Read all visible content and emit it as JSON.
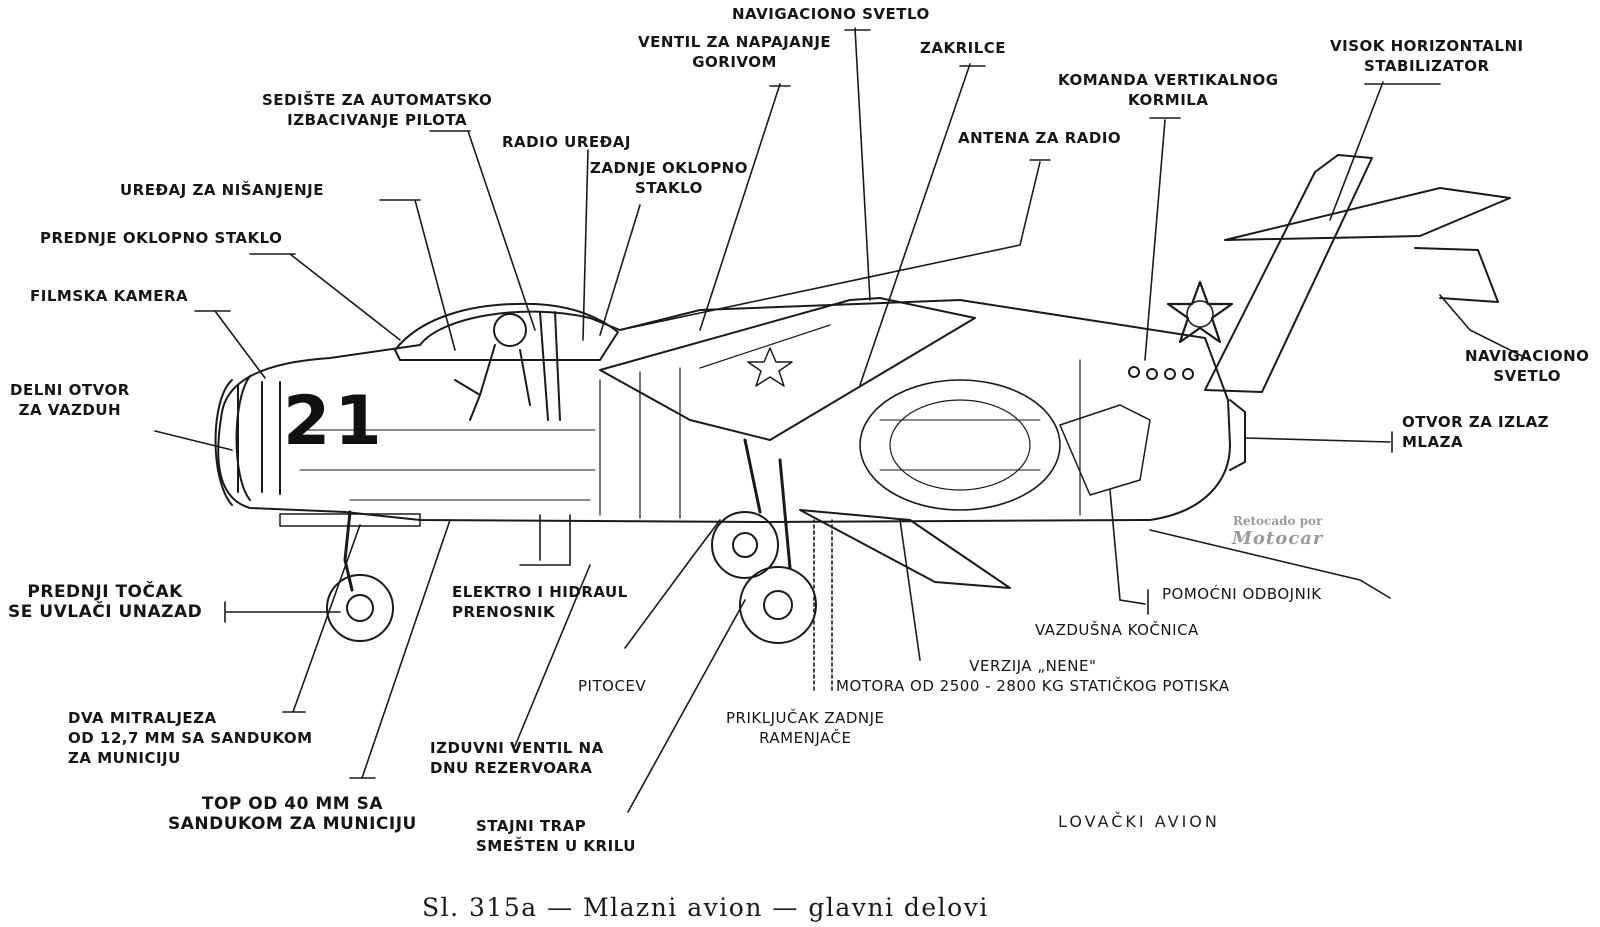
{
  "caption": "Sl. 315a — Mlazni avion — glavni delovi",
  "subtitle": "LOVAČKI AVION",
  "watermark": {
    "line1": "Retocado por",
    "line2": "Motocar"
  },
  "fuselage_number": "21",
  "labels": {
    "nav_light_top": [
      "NAVIGACIONO SVETLO"
    ],
    "fuel_valve": [
      "VENTIL ZA NAPAJANJE",
      "GORIVOM"
    ],
    "flap": [
      "ZAKRILCE"
    ],
    "stabilizer": [
      "VISOK HORIZONTALNI",
      "STABILIZATOR"
    ],
    "rudder_control": [
      "KOMANDA VERTIKALNOG",
      "KORMILA"
    ],
    "ejection_seat": [
      "SEDIŠTE ZA AUTOMATSKO",
      "IZBACIVANJE PILOTA"
    ],
    "radio": [
      "RADIO UREĐAJ"
    ],
    "rear_glass": [
      "ZADNJE OKLOPNO",
      "STAKLO"
    ],
    "antenna": [
      "ANTENA ZA RADIO"
    ],
    "sight": [
      "UREĐAJ ZA NIŠANJENJE"
    ],
    "front_glass": [
      "PREDNJE OKLOPNO STAKLO"
    ],
    "camera": [
      "FILMSKA KAMERA"
    ],
    "intake": [
      "DELNI OTVOR",
      "ZA VAZDUH"
    ],
    "nav_light_tail": [
      "NAVIGACIONO",
      "SVETLO"
    ],
    "exhaust": [
      "OTVOR ZA IZLAZ",
      "MLAZA"
    ],
    "nose_wheel": [
      "PREDNJI TOČAK",
      "SE UVLAČI UNAZAD"
    ],
    "electro_hydraulic": [
      "ELEKTRO I HIDRAUL",
      "PRENOSNIK"
    ],
    "bumper": [
      "POMOĆNI ODBOJNIK"
    ],
    "air_brake": [
      "VAZDUŠNA KOČNICA"
    ],
    "engine": [
      "VERZIJA „NENE\"",
      "MOTORA OD 2500 - 2800 KG STATIČKOG POTISKA"
    ],
    "pitot": [
      "PITOCEV"
    ],
    "rear_wing_joint": [
      "PRIKLJUČAK ZADNJE",
      "RAMENJAČE"
    ],
    "machine_guns": [
      "DVA MITRALJEZA",
      "OD 12,7 mm SA SANDUKOM",
      "ZA MUNICIJU"
    ],
    "drain_valve": [
      "IZDUVNI VENTIL NA",
      "DNU REZERVOARA"
    ],
    "cannon": [
      "TOP OD 40 mm SA",
      "SANDUKOM ZA MUNICIJU"
    ],
    "landing_gear": [
      "STAJNI TRAP",
      "SMEŠTEN U KRILU"
    ]
  }
}
